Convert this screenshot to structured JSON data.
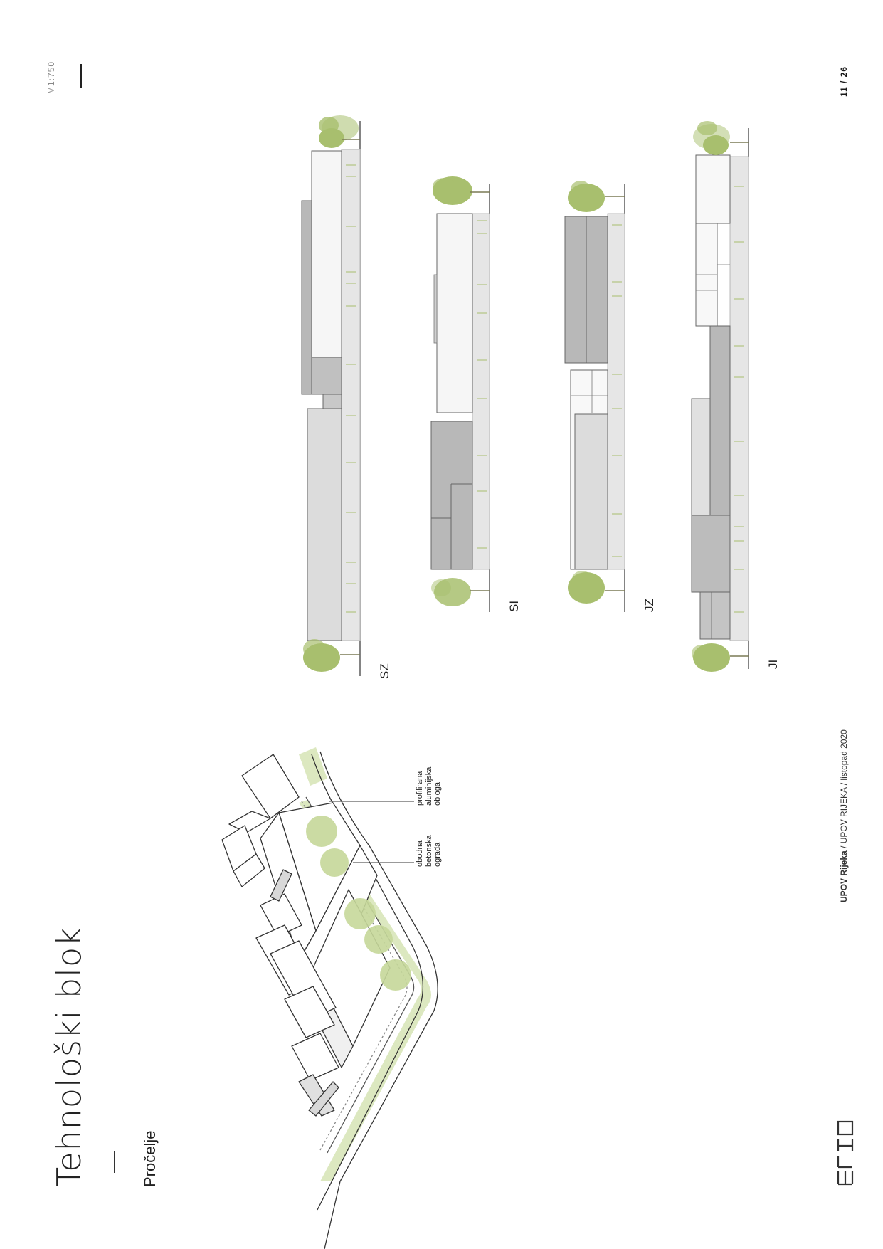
{
  "header": {
    "title": "Tehnološki blok",
    "subtitle": "Pročelje",
    "scale": "M1:750",
    "page_number": "11 / 26"
  },
  "footer": {
    "project_bold": "UPOV Rijeka",
    "project_rest": " / UPOV RIJEKA / listopad 2020"
  },
  "elevations": {
    "sz": "SZ",
    "si": "SI",
    "jz": "JZ",
    "ji": "JI"
  },
  "axonometry": {
    "callout_1": "profilirana aluminijska obloga",
    "callout_2": "obodna betonska ograda"
  },
  "colors": {
    "tree_green": "#a8bf6e",
    "tree_dark": "#8aa84f",
    "dark_grey": "#b4b4b4",
    "mid_grey": "#d8d8d8",
    "light_panel": "#f3f3f3",
    "fence": "#e6e6e6"
  }
}
